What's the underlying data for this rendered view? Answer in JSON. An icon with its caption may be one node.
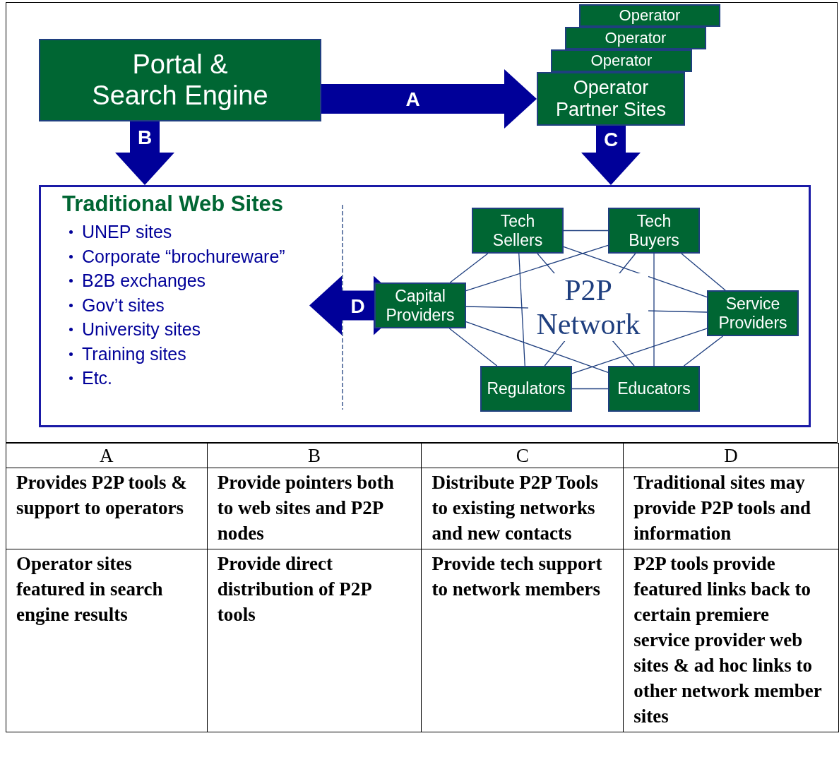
{
  "diagram": {
    "nodes": [
      {
        "text": [
          "Portal & Search Engine"
        ]
      },
      {
        "text": [
          "Operator"
        ]
      },
      {
        "text": [
          "Operator"
        ]
      },
      {
        "text": [
          "Operator"
        ]
      },
      {
        "text": [
          "Operator Partner Sites"
        ]
      },
      {
        "text": [],
        "shape": "box"
      },
      {
        "text": [
          "Traditional Web Sites",
          "UNEP sites",
          "Corporate “brochureware”",
          "B2B exchanges",
          "Gov’t sites",
          "University sites",
          "Training sites",
          "Etc."
        ],
        "in": 5
      },
      {
        "text": [
          "Tech Sellers"
        ],
        "in": 5
      },
      {
        "text": [
          "Tech Buyers"
        ],
        "in": 5
      },
      {
        "text": [
          "Capital Providers"
        ],
        "in": 5
      },
      {
        "text": [
          "Service Providers"
        ],
        "in": 5
      },
      {
        "text": [
          "Regulators"
        ],
        "in": 5
      },
      {
        "text": [
          "Educators"
        ],
        "in": 5
      }
    ],
    "edges": [
      {
        "from": 0,
        "to": 4,
        "arrow": "to",
        "label": "A",
        "style": "thick",
        "color": "#000099"
      },
      {
        "from": 0,
        "to": 5,
        "arrow": "to",
        "label": "B",
        "style": "thick",
        "color": "#000099"
      },
      {
        "from": 4,
        "to": 5,
        "arrow": "to",
        "label": "C",
        "style": "thick",
        "color": "#000099"
      },
      {
        "from": 6,
        "to": 9,
        "arrow": "both",
        "label": "D",
        "style": "thick",
        "color": "#000099"
      },
      {
        "from": 7,
        "to": 8,
        "arrow": "none"
      },
      {
        "from": 7,
        "to": 9,
        "arrow": "none"
      },
      {
        "from": 7,
        "to": 10,
        "arrow": "none"
      },
      {
        "from": 7,
        "to": 11,
        "arrow": "none"
      },
      {
        "from": 7,
        "to": 12,
        "arrow": "none"
      },
      {
        "from": 8,
        "to": 9,
        "arrow": "none"
      },
      {
        "from": 8,
        "to": 10,
        "arrow": "none"
      },
      {
        "from": 8,
        "to": 11,
        "arrow": "none"
      },
      {
        "from": 8,
        "to": 12,
        "arrow": "none"
      },
      {
        "from": 9,
        "to": 10,
        "arrow": "none"
      },
      {
        "from": 9,
        "to": 11,
        "arrow": "none"
      },
      {
        "from": 9,
        "to": 12,
        "arrow": "none"
      },
      {
        "from": 10,
        "to": 11,
        "arrow": "none"
      },
      {
        "from": 10,
        "to": 12,
        "arrow": "none"
      },
      {
        "from": 11,
        "to": 12,
        "arrow": "none"
      }
    ],
    "labels": [
      "P2P Network",
      "A",
      "B",
      "C",
      "D",
      "Provides P2P tools & support to operators",
      "Provide pointers both to web sites and P2P nodes",
      "Distribute P2P Tools to existing networks and new contacts",
      "Traditional sites may provide P2P tools and information",
      "Operator sites featured in search engine results",
      "Provide direct distribution of P2P tools",
      "Provide tech support to network members",
      "P2P tools provide featured links back to certain premiere service provider web sites & ad hoc links to other network member sites"
    ]
  }
}
